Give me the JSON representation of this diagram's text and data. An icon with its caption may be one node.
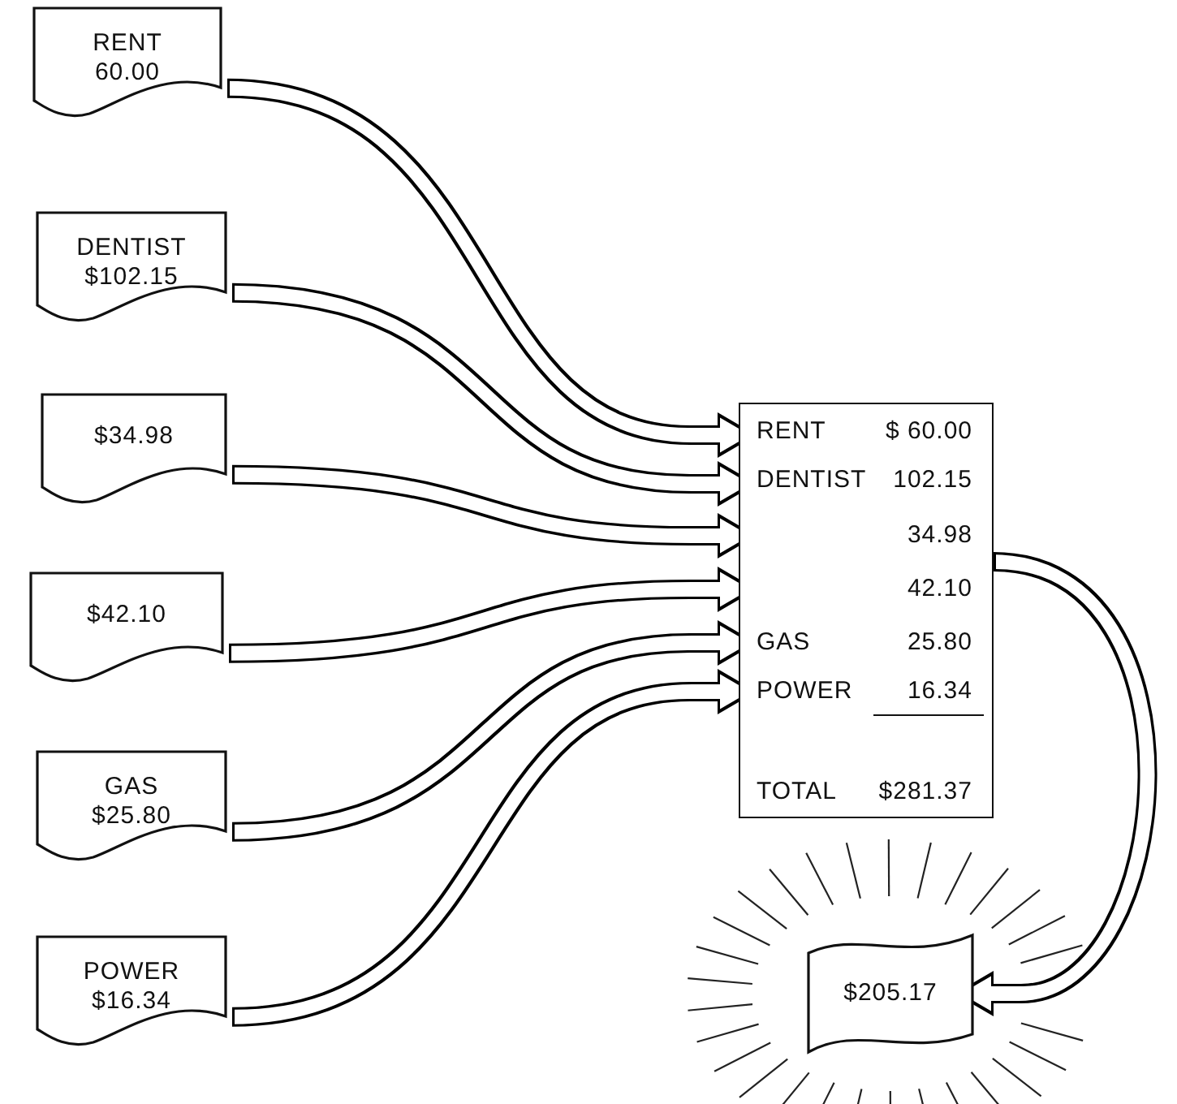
{
  "diagram": {
    "nodes": [
      {
        "text": [
          "RENT",
          "60.00"
        ]
      },
      {
        "text": [
          "DENTIST",
          "$102.15"
        ]
      },
      {
        "text": [
          "$34.98"
        ]
      },
      {
        "text": [
          "$42.10"
        ]
      },
      {
        "text": [
          "GAS",
          "$25.80"
        ]
      },
      {
        "text": [
          "POWER",
          "$16.34"
        ]
      },
      {
        "text": [
          "RENT",
          "$ 60.00",
          "DENTIST",
          "102.15",
          "34.98",
          "42.10",
          "GAS",
          "25.80",
          "POWER",
          "16.34",
          "TOTAL",
          "$281.37"
        ]
      },
      {
        "text": [
          "$205.17"
        ]
      }
    ],
    "edges": [
      {
        "from": 0,
        "to": 6,
        "arrow": "to"
      },
      {
        "from": 1,
        "to": 6,
        "arrow": "to"
      },
      {
        "from": 2,
        "to": 6,
        "arrow": "to"
      },
      {
        "from": 3,
        "to": 6,
        "arrow": "to"
      },
      {
        "from": 4,
        "to": 6,
        "arrow": "to"
      },
      {
        "from": 5,
        "to": 6,
        "arrow": "to"
      },
      {
        "from": 6,
        "to": 7,
        "arrow": "to"
      }
    ]
  }
}
